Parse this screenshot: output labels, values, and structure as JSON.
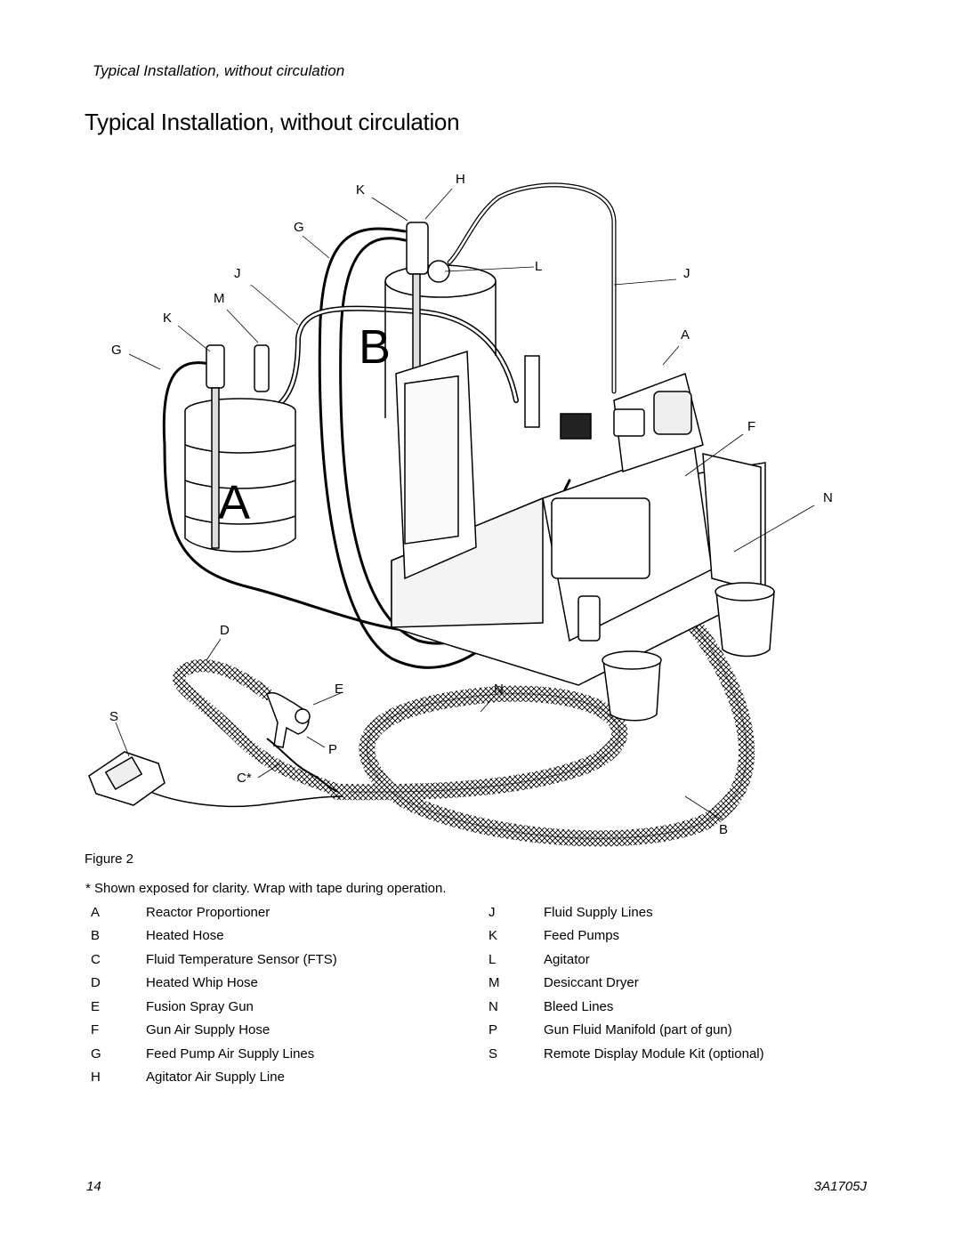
{
  "header": {
    "running_title": "Typical Installation, without circulation"
  },
  "page_title": "Typical Installation, without circulation",
  "figure": {
    "caption": "Figure 2",
    "note": "* Shown exposed for clarity. Wrap with tape during operation.",
    "big_labels": {
      "a": "A",
      "b": "B"
    },
    "callouts": {
      "k_top": "K",
      "h_top": "H",
      "g_top": "G",
      "j_left": "J",
      "l": "L",
      "j_right": "J",
      "m": "M",
      "k_left": "K",
      "a_right": "A",
      "g_left": "G",
      "f": "F",
      "n_right": "N",
      "d": "D",
      "e": "E",
      "n_bottom": "N",
      "s": "S",
      "p": "P",
      "c": "C*",
      "b": "B"
    }
  },
  "legend": {
    "left": [
      {
        "key": "A",
        "desc": "Reactor Proportioner"
      },
      {
        "key": "B",
        "desc": "Heated Hose"
      },
      {
        "key": "C",
        "desc": "Fluid Temperature Sensor (FTS)"
      },
      {
        "key": "D",
        "desc": "Heated Whip Hose"
      },
      {
        "key": "E",
        "desc": "Fusion Spray Gun"
      },
      {
        "key": "F",
        "desc": "Gun Air Supply Hose"
      },
      {
        "key": "G",
        "desc": "Feed Pump Air Supply Lines"
      },
      {
        "key": "H",
        "desc": "Agitator Air Supply Line"
      }
    ],
    "right": [
      {
        "key": "J",
        "desc": "Fluid Supply Lines"
      },
      {
        "key": "K",
        "desc": "Feed Pumps"
      },
      {
        "key": "L",
        "desc": "Agitator"
      },
      {
        "key": "M",
        "desc": "Desiccant Dryer"
      },
      {
        "key": "N",
        "desc": "Bleed Lines"
      },
      {
        "key": "P",
        "desc": "Gun Fluid Manifold (part of gun)"
      },
      {
        "key": "S",
        "desc": "Remote Display Module Kit (optional)"
      }
    ]
  },
  "footer": {
    "page_number": "14",
    "doc_id": "3A1705J"
  }
}
